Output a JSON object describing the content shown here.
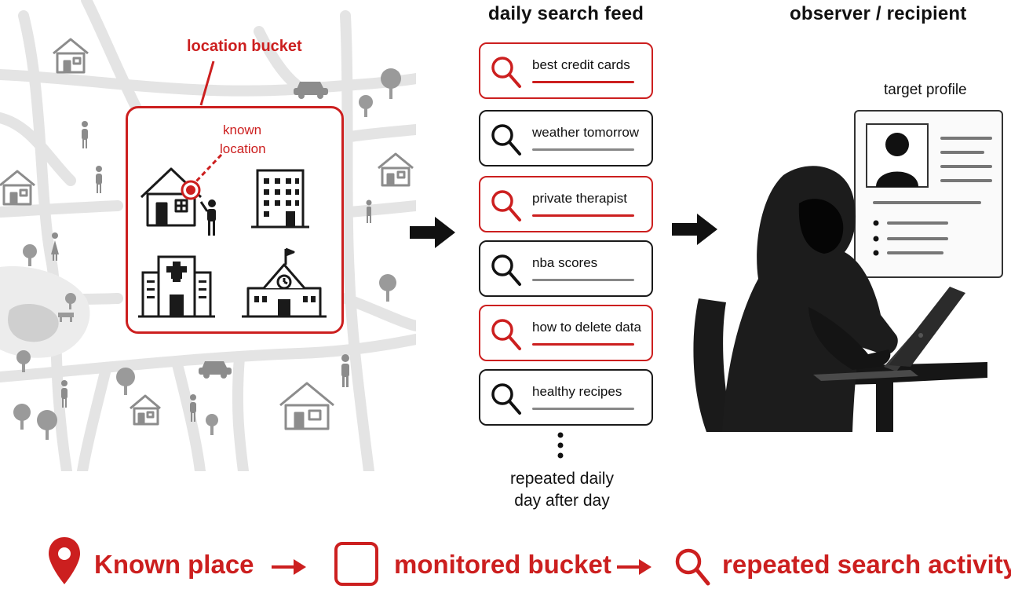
{
  "titles": {
    "feed": "daily search feed",
    "observer": "observer / recipient"
  },
  "map": {
    "bucket_label": "location bucket",
    "known_location": [
      "known",
      "location"
    ]
  },
  "feed": {
    "items": [
      {
        "query": "best credit cards",
        "highlighted": true
      },
      {
        "query": "weather tomorrow",
        "highlighted": false
      },
      {
        "query": "private therapist",
        "highlighted": true
      },
      {
        "query": "nba scores",
        "highlighted": false
      },
      {
        "query": "how to delete data",
        "highlighted": true
      },
      {
        "query": "healthy recipes",
        "highlighted": false
      }
    ],
    "repeat_note": [
      "repeated daily",
      "day after day"
    ]
  },
  "observer": {
    "profile_label": "target profile"
  },
  "legend": {
    "known_place": "Known place",
    "monitored_bucket": "monitored bucket",
    "repeated_search": "repeated search activity"
  },
  "colors": {
    "accent": "#cc1f1f",
    "ink": "#111111",
    "map_roads": "#e3e3e3",
    "map_icons": "#888888"
  }
}
